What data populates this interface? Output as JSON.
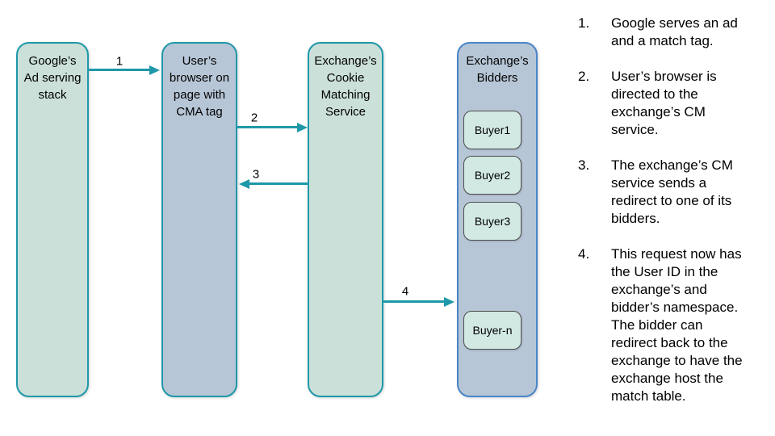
{
  "colors": {
    "teal_border": "#1e98a8",
    "blue_border": "#4a86c8",
    "green_fill": "#cbe0d9",
    "blue_fill": "#b7c6d6",
    "buyer_fill": "#d2e9e3",
    "buyer_border": "#4d4d4d",
    "text": "#000000"
  },
  "diagram": {
    "nodes": [
      {
        "id": "google-ad-stack",
        "label_lines": [
          "Google’s",
          "Ad serving",
          "stack"
        ]
      },
      {
        "id": "user-browser",
        "label_lines": [
          "User’s",
          "browser on",
          "page with",
          "CMA tag"
        ]
      },
      {
        "id": "cookie-matching-service",
        "label_lines": [
          "Exchange’s",
          "Cookie",
          "Matching",
          "Service"
        ]
      },
      {
        "id": "exchange-bidders",
        "label_lines": [
          "Exchange’s",
          "Bidders"
        ]
      }
    ],
    "bidders": {
      "buyer1": "Buyer1",
      "buyer2": "Buyer2",
      "buyer3": "Buyer3",
      "buyerN": "Buyer-n"
    },
    "arrows": [
      {
        "label": "1",
        "from": "google-ad-stack",
        "to": "user-browser"
      },
      {
        "label": "2",
        "from": "user-browser",
        "to": "cookie-matching-service"
      },
      {
        "label": "3",
        "from": "cookie-matching-service",
        "to": "user-browser"
      },
      {
        "label": "4",
        "from": "cookie-matching-service",
        "to": "exchange-bidders"
      }
    ]
  },
  "steps": {
    "items": [
      {
        "number": "1.",
        "text_lines": [
          "Google serves an ad",
          "and a match tag."
        ]
      },
      {
        "number": "2.",
        "text_lines": [
          "User’s browser is",
          "directed to the",
          "exchange’s CM",
          "service."
        ]
      },
      {
        "number": "3.",
        "text_lines": [
          "The exchange’s CM",
          "service sends a",
          "redirect to one of its",
          "bidders."
        ]
      },
      {
        "number": "4.",
        "text_lines": [
          "This request now has",
          "the User ID in the",
          "exchange’s and",
          "bidder’s namespace.",
          "The bidder can",
          "redirect back to the",
          "exchange to have the",
          "exchange host the",
          "match table."
        ]
      }
    ]
  }
}
